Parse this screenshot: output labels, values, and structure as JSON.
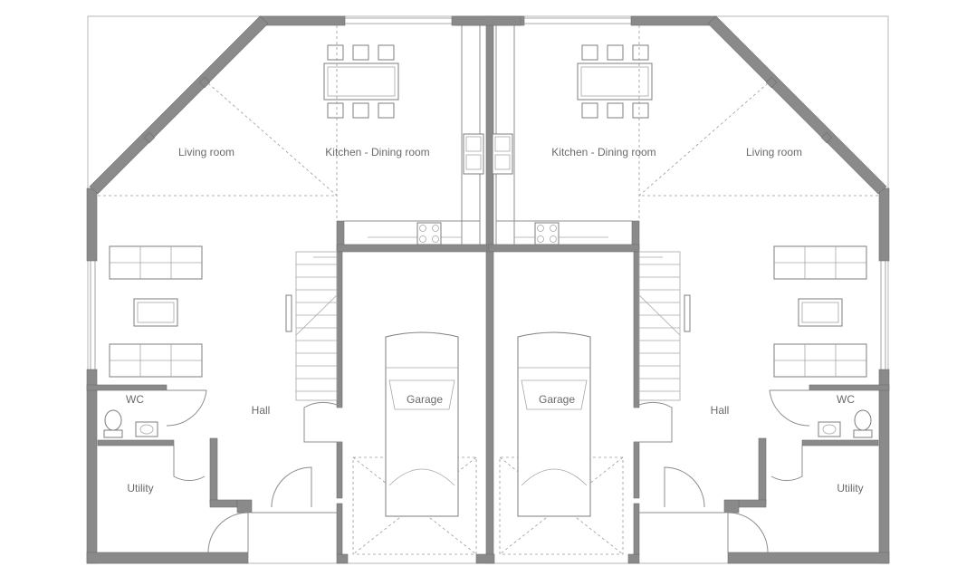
{
  "rooms": {
    "living_left": "Living room",
    "kitchen_left": "Kitchen - Dining room",
    "kitchen_right": "Kitchen - Dining room",
    "living_right": "Living room",
    "wc_left": "WC",
    "hall_left": "Hall",
    "garage_left": "Garage",
    "garage_right": "Garage",
    "hall_right": "Hall",
    "wc_right": "WC",
    "utility_left": "Utility",
    "utility_right": "Utility"
  }
}
